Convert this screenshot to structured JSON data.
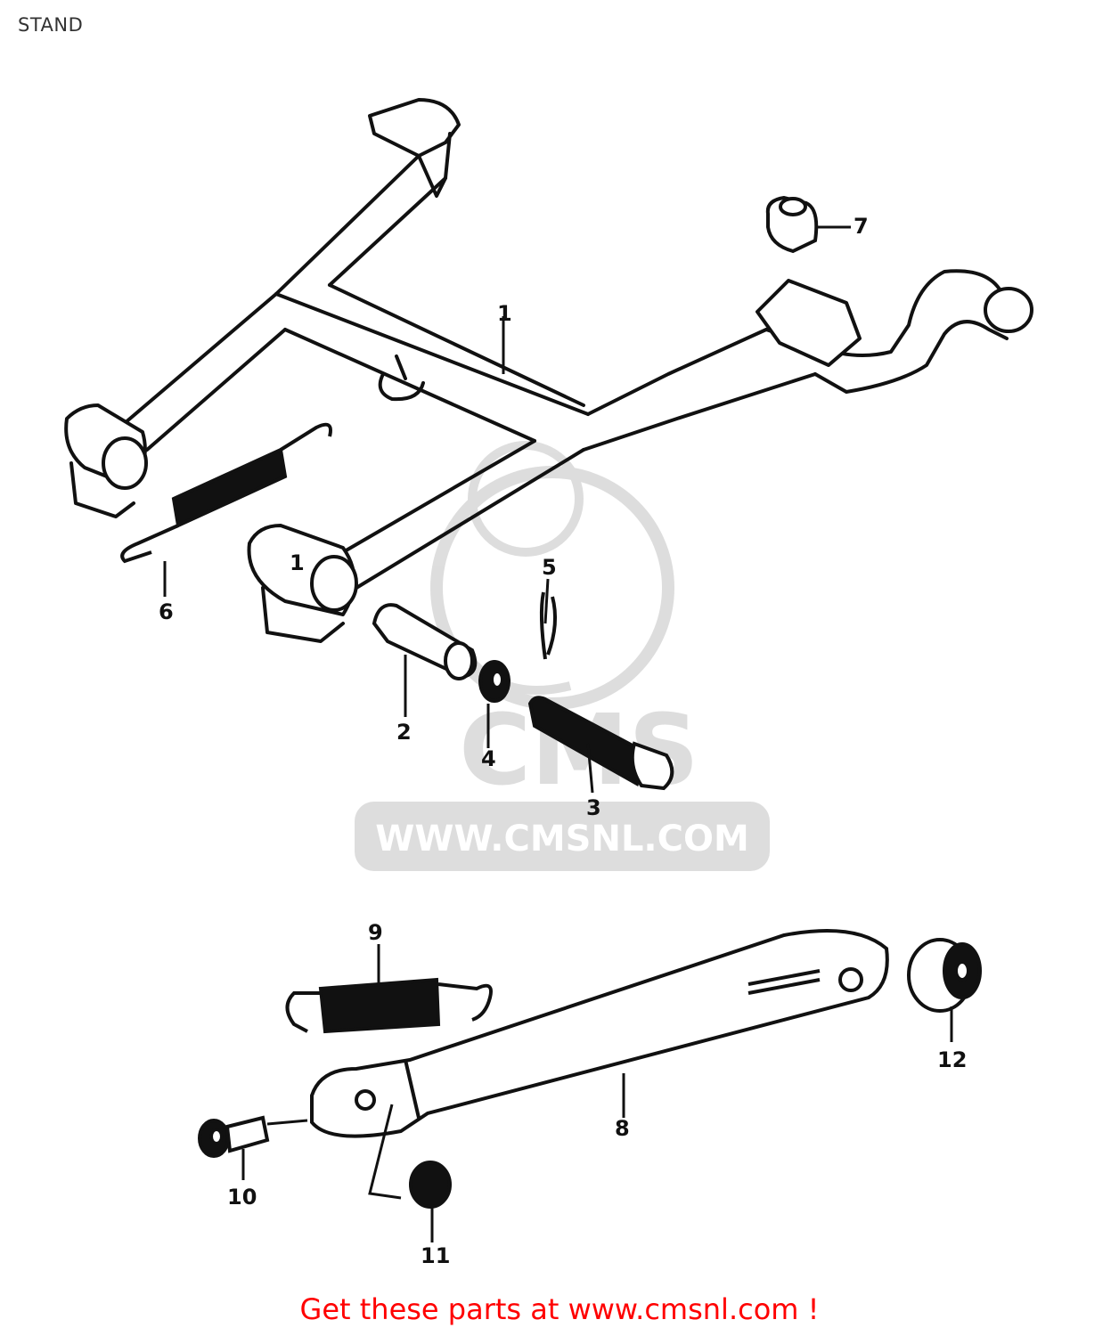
{
  "page": {
    "title": "STAND"
  },
  "watermark": {
    "text": "WWW.CMSNL.COM",
    "logo_text": "CMS"
  },
  "callouts": [
    {
      "id": "1",
      "text": "1"
    },
    {
      "id": "2",
      "text": "2"
    },
    {
      "id": "3",
      "text": "3"
    },
    {
      "id": "4",
      "text": "4"
    },
    {
      "id": "5",
      "text": "5"
    },
    {
      "id": "6",
      "text": "6"
    },
    {
      "id": "7",
      "text": "7"
    },
    {
      "id": "8",
      "text": "8"
    },
    {
      "id": "9",
      "text": "9"
    },
    {
      "id": "10",
      "text": "10"
    },
    {
      "id": "11",
      "text": "11"
    },
    {
      "id": "12",
      "text": "12"
    }
  ],
  "footer": {
    "link_text": "Get these parts at www.cmsnl.com !"
  },
  "colors": {
    "line": "#111111",
    "link": "#ff0000",
    "watermark": "#d8d8d8"
  }
}
